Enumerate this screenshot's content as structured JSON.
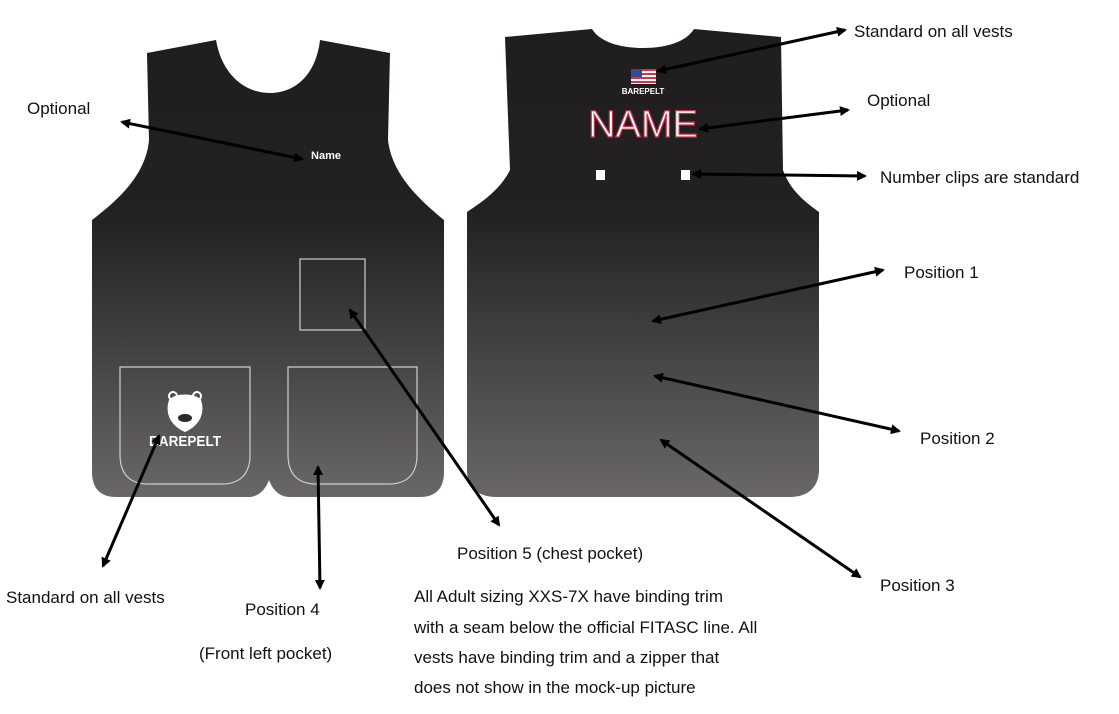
{
  "colors": {
    "vest_top": "#1f1d1d",
    "vest_bottom": "#6a6768",
    "name_outline": "#c0334a",
    "arrow": "#000000"
  },
  "front_vest": {
    "name_text": "Name",
    "logo_text": "BAREPELT",
    "logo_icon": "bear-head-icon"
  },
  "back_vest": {
    "flag_icon": "us-flag-icon",
    "brand_text": "BAREPELT",
    "name_text": "NAME"
  },
  "labels": {
    "optional_front": "Optional",
    "standard_top": "Standard on all vests",
    "optional_back": "Optional",
    "number_clips": "Number clips are standard",
    "position_1": "Position 1",
    "position_2": "Position 2",
    "position_3": "Position 3",
    "position_5": "Position 5 (chest pocket)",
    "standard_bottom": "Standard on all vests",
    "position_4": "Position 4",
    "position_4_note": "(Front left pocket)"
  },
  "note_lines": [
    "All Adult sizing XXS-7X have binding trim",
    "with a seam below the official FITASC line. All",
    "vests have binding trim and a zipper that",
    "does not show in the mock-up picture"
  ]
}
